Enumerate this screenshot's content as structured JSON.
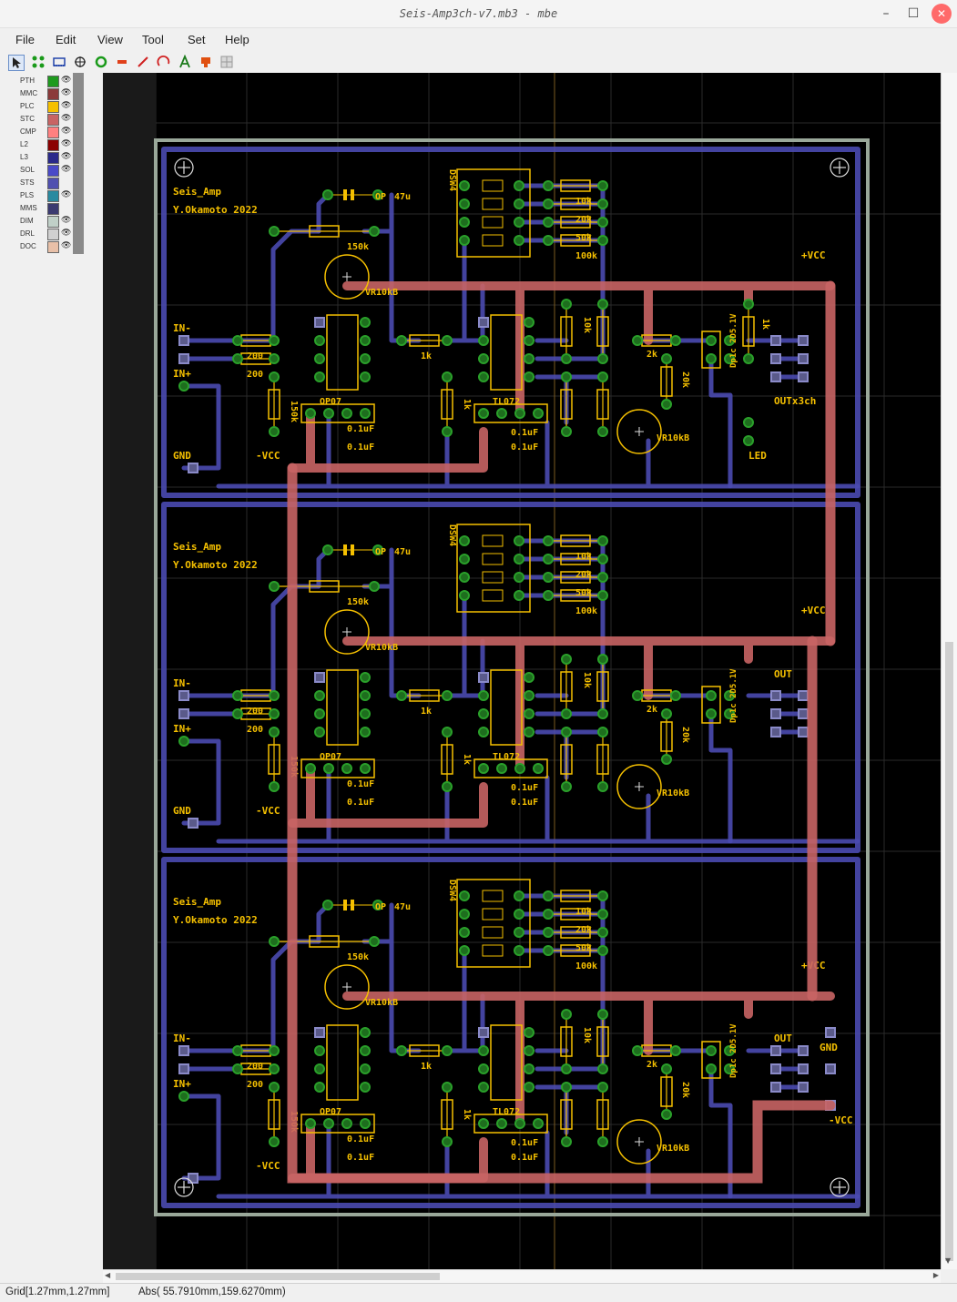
{
  "window": {
    "title": "Seis-Amp3ch-v7.mb3 - mbe",
    "minimize": "–",
    "maximize": "☐",
    "close": "✕"
  },
  "menu": [
    "File",
    "Edit",
    "View",
    "Tool",
    "Set",
    "Help"
  ],
  "toolbar": [
    "pointer-icon",
    "component-icon",
    "footprint-icon",
    "crosshair-icon",
    "via-icon",
    "pad-icon",
    "line-icon",
    "arc-icon",
    "text-icon",
    "fill-icon",
    "grid-icon"
  ],
  "layers": [
    {
      "name": "PTH",
      "color": "#1e9a1e",
      "visible": true
    },
    {
      "name": "MMC",
      "color": "#8b3a3a",
      "visible": true
    },
    {
      "name": "PLC",
      "color": "#f5c000",
      "visible": true
    },
    {
      "name": "STC",
      "color": "#c86464",
      "visible": true
    },
    {
      "name": "CMP",
      "color": "#ff8080",
      "visible": true
    },
    {
      "name": "L2",
      "color": "#8b0000",
      "visible": true
    },
    {
      "name": "L3",
      "color": "#2a2a8a",
      "visible": true
    },
    {
      "name": "SOL",
      "color": "#4a4ac8",
      "visible": true
    },
    {
      "name": "STS",
      "color": "#5050b0",
      "visible": false
    },
    {
      "name": "PLS",
      "color": "#2a8aa0",
      "visible": true
    },
    {
      "name": "MMS",
      "color": "#3a3a70",
      "visible": false
    },
    {
      "name": "DIM",
      "color": "#c0d0c8",
      "visible": true
    },
    {
      "name": "DRL",
      "color": "#d0d0d0",
      "visible": true
    },
    {
      "name": "DOC",
      "color": "#e8c0a8",
      "visible": true
    }
  ],
  "channels": [
    {
      "title": "Seis_Amp",
      "author": "Y.Okamoto 2022",
      "in_minus": "IN-",
      "in_plus": "IN+",
      "gnd": "GND",
      "vcc_plus": "+VCC",
      "vcc_minus": "-VCC",
      "out": "OUTx3ch",
      "led": "LED"
    },
    {
      "title": "Seis_Amp",
      "author": "Y.Okamoto 2022",
      "in_minus": "IN-",
      "in_plus": "IN+",
      "gnd": "GND",
      "vcc_plus": "+VCC",
      "vcc_minus": "-VCC",
      "out": "OUT"
    },
    {
      "title": "Seis_Amp",
      "author": "Y.Okamoto 2022",
      "in_minus": "IN-",
      "in_plus": "IN+",
      "gnd_out": "GND",
      "vcc_plus": "+VCC",
      "vcc_minus": "-VCC",
      "vcc_minus_left": "-VCC",
      "out": "OUT"
    }
  ],
  "parts": {
    "cap": "47u",
    "op_label": "OP",
    "r150": "150k",
    "r150v": "150k",
    "r200": "200",
    "r200b": "200",
    "r1k": "1k",
    "r1kv": "1k",
    "vr_in": "VR10kB",
    "vr_out": "VR10kB",
    "op07": "OP07",
    "tl072": "TL072",
    "c01a": "0.1uF",
    "c01b": "0.1uF",
    "dsw": "DSW4",
    "r10k": "10k",
    "r20k": "20k",
    "r50k": "50k",
    "r100k": "100k",
    "r10kv": "10k",
    "r2k": "2k",
    "r20kv": "20k",
    "zener": "Dp1c 2D5.1V",
    "rled": "1k"
  },
  "status": {
    "grid": "Grid[1.27mm,1.27mm]",
    "abs": "Abs( 55.7910mm,159.6270mm)"
  }
}
